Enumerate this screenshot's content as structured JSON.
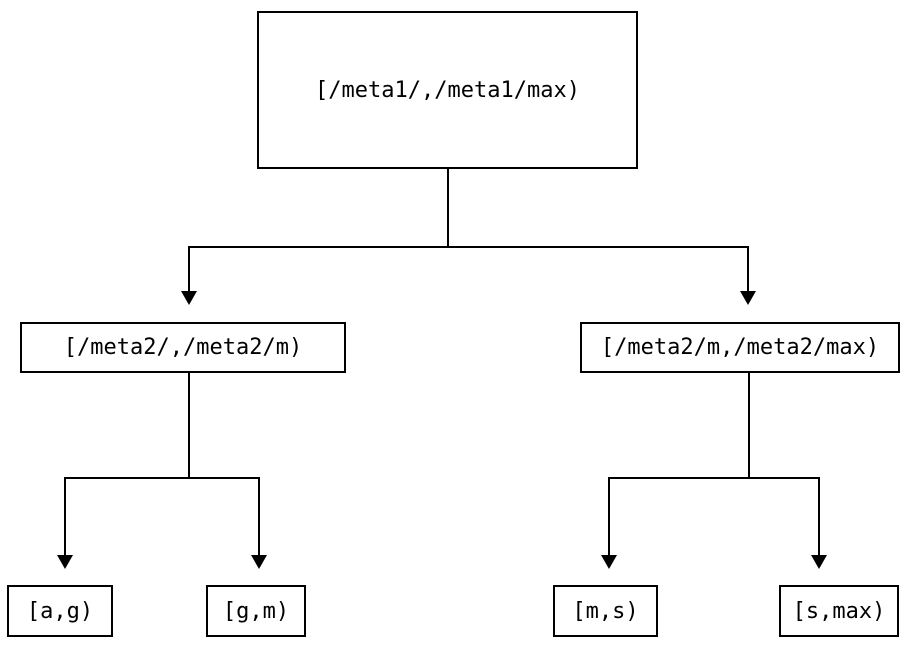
{
  "diagram": {
    "type": "tree",
    "title": "",
    "background_color": "#ffffff",
    "line_color": "#000000",
    "box_border_color": "#000000",
    "box_fill_color": "#ffffff",
    "text_color": "#000000",
    "levels": 3,
    "nodes": {
      "root": {
        "label": "[/meta1/,/meta1/max)"
      },
      "mid_left": {
        "label": "[/meta2/,/meta2/m)"
      },
      "mid_right": {
        "label": "[/meta2/m,/meta2/max)"
      },
      "leaf_1": {
        "label": "[a,g)"
      },
      "leaf_2": {
        "label": "[g,m)"
      },
      "leaf_3": {
        "label": "[m,s)"
      },
      "leaf_4": {
        "label": "[s,max)"
      }
    },
    "edges": [
      {
        "from": "root",
        "to": "mid_left",
        "arrow": "down"
      },
      {
        "from": "root",
        "to": "mid_right",
        "arrow": "down"
      },
      {
        "from": "mid_left",
        "to": "leaf_1",
        "arrow": "down"
      },
      {
        "from": "mid_left",
        "to": "leaf_2",
        "arrow": "down"
      },
      {
        "from": "mid_right",
        "to": "leaf_3",
        "arrow": "down"
      },
      {
        "from": "mid_right",
        "to": "leaf_4",
        "arrow": "down"
      }
    ]
  }
}
